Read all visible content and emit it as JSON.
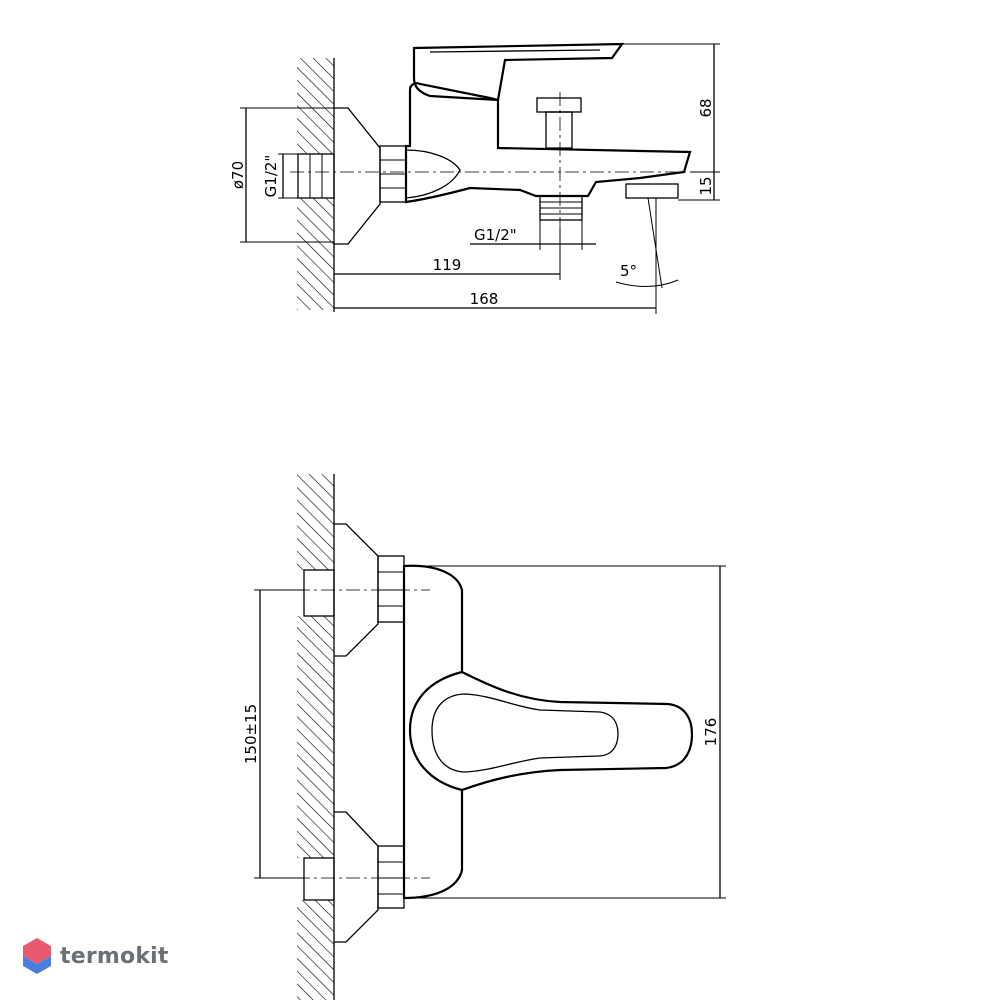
{
  "side_view": {
    "dim_height_top": "68",
    "dim_height_bottom": "15",
    "dim_diameter": "ø70",
    "thread_wall": "G1/2\"",
    "thread_outlet": "G1/2\"",
    "dim_outlet_offset": "119",
    "dim_total_length": "168",
    "angle": "5°"
  },
  "front_view": {
    "dim_spacing": "150±15",
    "dim_width": "176"
  },
  "brand": {
    "name": "termokit",
    "logo_top_color": "#e85a6e",
    "logo_bottom_color": "#4a7de0"
  }
}
